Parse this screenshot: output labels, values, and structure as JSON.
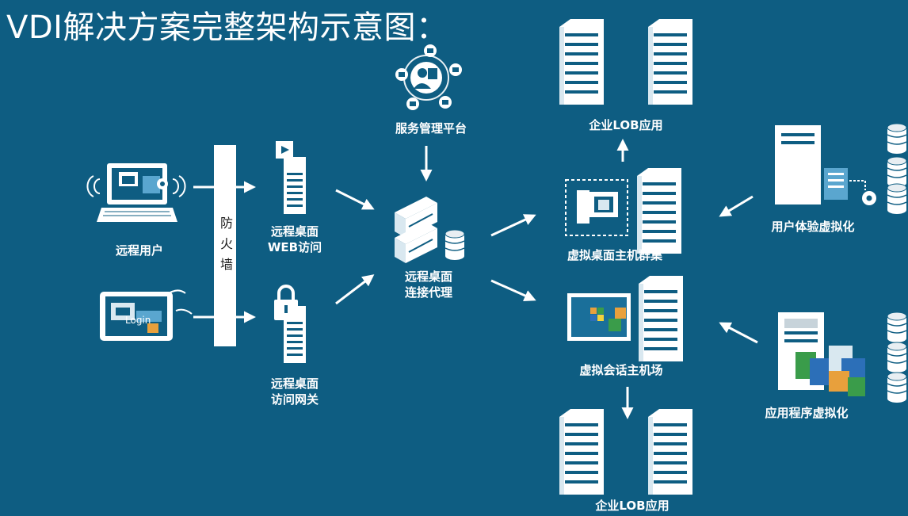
{
  "title": "VDI解决方案完整架构示意图：",
  "colors": {
    "background": "#0e5d82",
    "foreground": "#ffffff",
    "accent": "#5aa6cf",
    "office_orange": "#e8a03c",
    "office_green": "#3a9c4a",
    "office_blue": "#2c6fb8"
  },
  "nodes": {
    "remote_user": {
      "label": "远程用户",
      "icon": "laptop-icon"
    },
    "tablet": {
      "icon": "tablet-icon",
      "screen_text": "Login"
    },
    "firewall": {
      "label": "防火墙"
    },
    "web_access": {
      "label_line1": "远程桌面",
      "label_line2": "WEB访问",
      "icon": "web-server-icon"
    },
    "gateway": {
      "label_line1": "远程桌面",
      "label_line2": "访问网关",
      "icon": "lock-server-icon"
    },
    "service_mgmt": {
      "label": "服务管理平台",
      "icon": "management-hub-icon"
    },
    "broker": {
      "label_line1": "远程桌面",
      "label_line2": "连接代理",
      "icon": "connection-broker-icon"
    },
    "lob_top": {
      "label": "企业LOB应用",
      "icon": "server-tower-icon"
    },
    "vdi_hosts": {
      "label": "虚拟桌面主机群集",
      "icon": "virtual-desktop-host-icon"
    },
    "session_hosts": {
      "label": "虚拟会话主机场",
      "icon": "session-host-icon"
    },
    "lob_bottom": {
      "label": "企业LOB应用",
      "icon": "server-tower-icon"
    },
    "uev": {
      "label": "用户体验虚拟化",
      "icon": "user-experience-icon"
    },
    "appv": {
      "label": "应用程序虚拟化",
      "icon": "app-virtualization-icon"
    }
  }
}
